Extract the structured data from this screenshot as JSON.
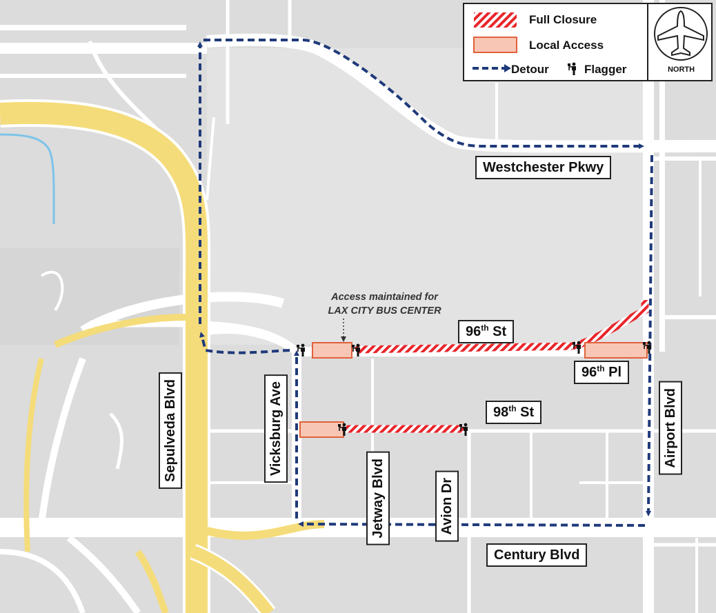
{
  "legend": {
    "full_closure": "Full Closure",
    "local_access": "Local Access",
    "detour": "Detour",
    "flagger": "Flagger",
    "north": "NORTH"
  },
  "streets": {
    "westchester": "Westchester Pkwy",
    "st96_num": "96",
    "st96_sup": "th",
    "st96_suffix": " St",
    "pl96_num": "96",
    "pl96_sup": "th",
    "pl96_suffix": " Pl",
    "st98_num": "98",
    "st98_sup": "th",
    "st98_suffix": " St",
    "sepulveda": "Sepulveda Blvd",
    "vicksburg": "Vicksburg Ave",
    "jetway": "Jetway Blvd",
    "avion": "Avion Dr",
    "airport": "Airport Blvd",
    "century": "Century Blvd"
  },
  "note": {
    "line1": "Access maintained for",
    "line2": "LAX CITY BUS CENTER"
  },
  "colors": {
    "closure": "#e8262b",
    "local_access_fill": "#f7c6b5",
    "local_access_stroke": "#e0613a",
    "detour": "#1f3a7a",
    "freeway": "#f5dc7a",
    "map_bg": "#dcdcdc",
    "road": "#ffffff"
  },
  "icons": {
    "flagger": "flagger-icon",
    "detour_arrow": "detour-arrow-icon",
    "north": "airplane-north-icon"
  }
}
